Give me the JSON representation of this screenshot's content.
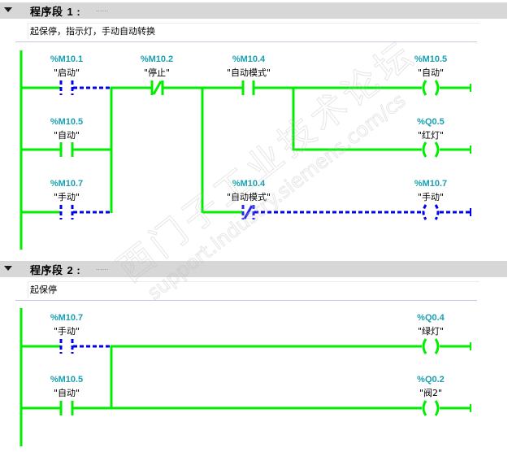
{
  "segments": [
    {
      "title_prefix": "程序段",
      "number": "1 :",
      "title_placeholder": "......",
      "comment": "起保停，指示灯，手动自动转换",
      "elements": [
        {
          "type": "no-contact",
          "address": "%M10.1",
          "name": "\"启动\"",
          "state": "dashed"
        },
        {
          "type": "nc-contact",
          "address": "%M10.2",
          "name": "\"停止\"",
          "state": "powered"
        },
        {
          "type": "no-contact",
          "address": "%M10.4",
          "name": "\"自动模式\"",
          "state": "powered"
        },
        {
          "type": "coil",
          "address": "%M10.5",
          "name": "\"自动\"",
          "state": "powered"
        },
        {
          "type": "no-contact",
          "address": "%M10.5",
          "name": "\"自动\"",
          "state": "powered"
        },
        {
          "type": "coil",
          "address": "%Q0.5",
          "name": "\"红灯\"",
          "state": "powered"
        },
        {
          "type": "no-contact",
          "address": "%M10.7",
          "name": "\"手动\"",
          "state": "dashed"
        },
        {
          "type": "nc-contact",
          "address": "%M10.4",
          "name": "\"自动模式\"",
          "state": "dashed"
        },
        {
          "type": "coil",
          "address": "%M10.7",
          "name": "\"手动\"",
          "state": "dashed"
        }
      ]
    },
    {
      "title_prefix": "程序段",
      "number": "2 :",
      "title_placeholder": "......",
      "comment": "起保停",
      "elements": [
        {
          "type": "no-contact",
          "address": "%M10.7",
          "name": "\"手动\"",
          "state": "dashed"
        },
        {
          "type": "coil",
          "address": "%Q0.4",
          "name": "\"绿灯\"",
          "state": "powered"
        },
        {
          "type": "no-contact",
          "address": "%M10.5",
          "name": "\"自动\"",
          "state": "powered"
        },
        {
          "type": "coil",
          "address": "%Q0.2",
          "name": "\"阀2\"",
          "state": "powered"
        }
      ]
    }
  ],
  "watermark": {
    "line1": "西门子工业技术论坛",
    "line2": "support.industry.siemens.com/cs"
  },
  "colors": {
    "powered": "#00ee00",
    "unpowered": "#0000ee",
    "address": "#1a9fb0",
    "header_bg": "#d7d7d7"
  }
}
